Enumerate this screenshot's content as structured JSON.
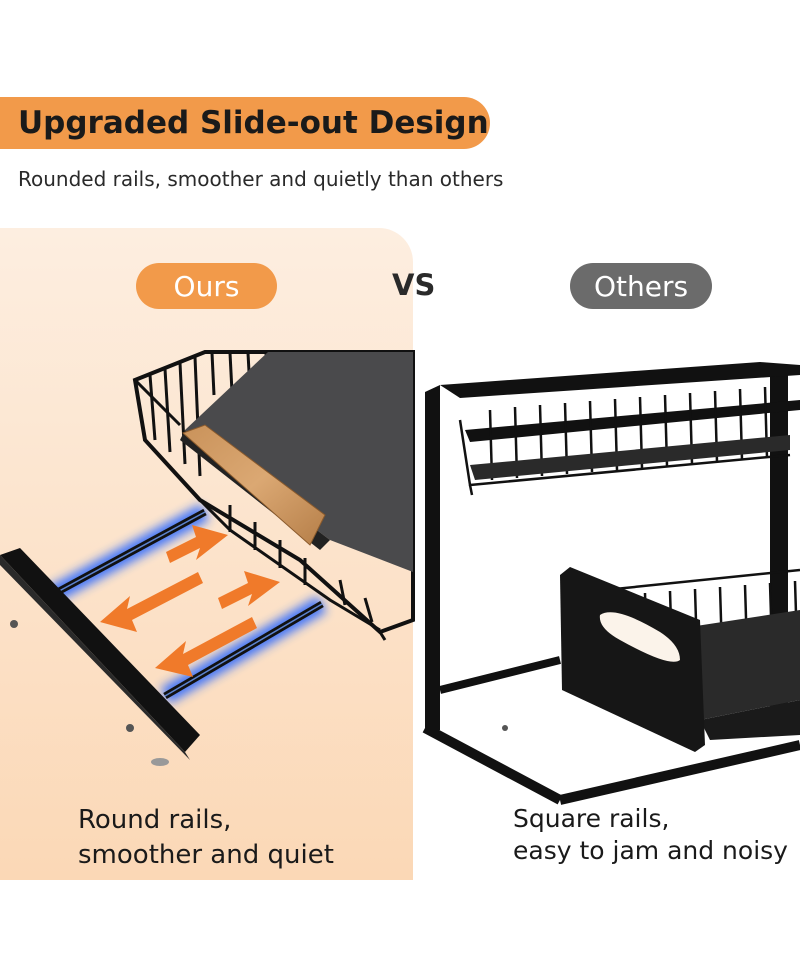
{
  "header": {
    "title": "Upgraded Slide-out Design",
    "subtitle": "Rounded rails, smoother and quietly than others"
  },
  "comparison": {
    "ours_label": "Ours",
    "vs_label": "VS",
    "others_label": "Others",
    "ours_caption_line1": "Round rails,",
    "ours_caption_line2": "smoother and quiet",
    "others_caption_line1": "Square rails,",
    "others_caption_line2": "easy to jam and noisy"
  },
  "colors": {
    "accent_orange": "#f29a4a",
    "pill_gray": "#6b6b6b",
    "glow_blue": "#2f6bff",
    "arrow_orange": "#f07a2a"
  }
}
